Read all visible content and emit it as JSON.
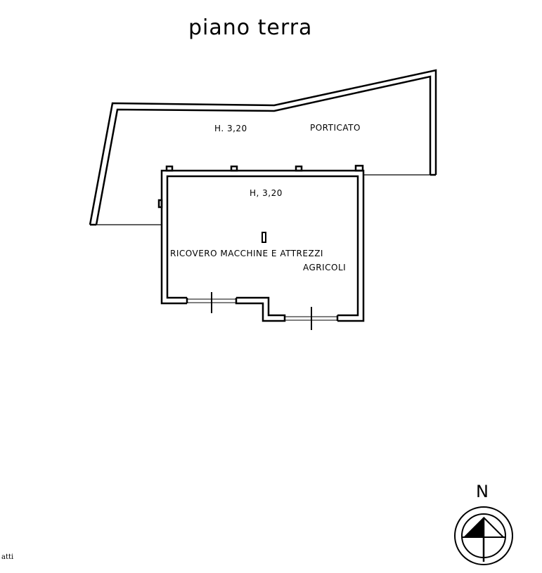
{
  "title": "piano terra",
  "porch": {
    "label": "PORTICATO",
    "height": "H. 3,20"
  },
  "room": {
    "height": "H, 3,20",
    "name_line1": "RICOVERO MACCHINE E ATTREZZI",
    "name_line2": "AGRICOLI"
  },
  "compass": {
    "label": "N"
  },
  "footer": "atti"
}
